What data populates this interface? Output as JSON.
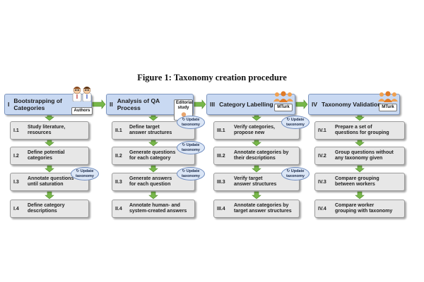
{
  "caption": "Figure 1: Taxonomy creation procedure",
  "update_label": [
    "↻ Update",
    "taxonomy"
  ],
  "colors": {
    "header_fill": "#c9d9f2",
    "step_fill": "#e7e7e7",
    "arrow": "#78b84a",
    "bubble_fill": "#dbe6f6",
    "crowd_orange": "#f0a050"
  },
  "phases": [
    {
      "num": "I",
      "title": "Bootstrapping of\nCategories",
      "actor": "Authors",
      "actor_icon": "authors-icon",
      "steps": [
        {
          "num": "I.1",
          "text": "Study literature,\nresources",
          "update": false
        },
        {
          "num": "I.2",
          "text": "Define potential\ncategories",
          "update": false
        },
        {
          "num": "I.3",
          "text": "Annotate questions\nuntil saturation",
          "update": true
        },
        {
          "num": "I.4",
          "text": "Define category\ndescriptions",
          "update": false
        }
      ]
    },
    {
      "num": "II",
      "title": "Analysis of QA\nProcess",
      "actor": "Editorial\nstudy",
      "actor_icon": "editor-icon",
      "steps": [
        {
          "num": "II.1",
          "text": "Define target\nanswer structures",
          "update": true
        },
        {
          "num": "II.2",
          "text": "Generate questions\nfor each category",
          "update": true
        },
        {
          "num": "II.3",
          "text": "Generate answers\nfor each question",
          "update": true
        },
        {
          "num": "II.4",
          "text": "Annotate human- and\nsystem-created answers",
          "update": false
        }
      ]
    },
    {
      "num": "III",
      "title": "Category Labelling",
      "actor": "MTurk",
      "actor_icon": "crowd-icon",
      "steps": [
        {
          "num": "III.1",
          "text": "Verify categories,\npropose new",
          "update": true
        },
        {
          "num": "III.2",
          "text": "Annotate categories by\ntheir descriptions",
          "update": false
        },
        {
          "num": "III.3",
          "text": "Verify target\nanswer structures",
          "update": true
        },
        {
          "num": "III.4",
          "text": "Annotate categories by\ntarget answer structures",
          "update": false
        }
      ]
    },
    {
      "num": "IV",
      "title": "Taxonomy Validation",
      "actor": "MTurk",
      "actor_icon": "crowd-icon",
      "steps": [
        {
          "num": "IV.1",
          "text": "Prepare a set of\nquestions for grouping",
          "update": false
        },
        {
          "num": "IV.2",
          "text": "Group questions without\nany taxonomy given",
          "update": false
        },
        {
          "num": "IV.3",
          "text": "Compare grouping\nbetween workers",
          "update": false
        },
        {
          "num": "IV.4",
          "text": "Compare worker\ngrouping with taxonomy",
          "update": false
        }
      ]
    }
  ]
}
